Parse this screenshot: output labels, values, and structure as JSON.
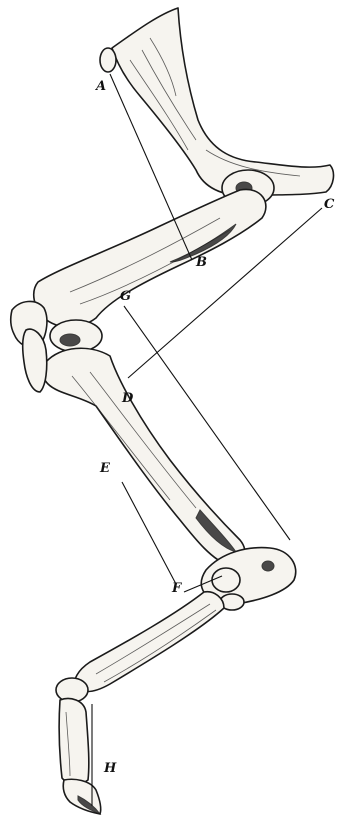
{
  "figure": {
    "labels": {
      "a": "A",
      "b": "B",
      "c": "C",
      "d": "D",
      "e": "E",
      "f": "F",
      "g": "G",
      "h": "H"
    }
  },
  "colors": {
    "ink": "#1b1b1b",
    "paper": "#ffffff",
    "bone": "#f6f4ef"
  }
}
